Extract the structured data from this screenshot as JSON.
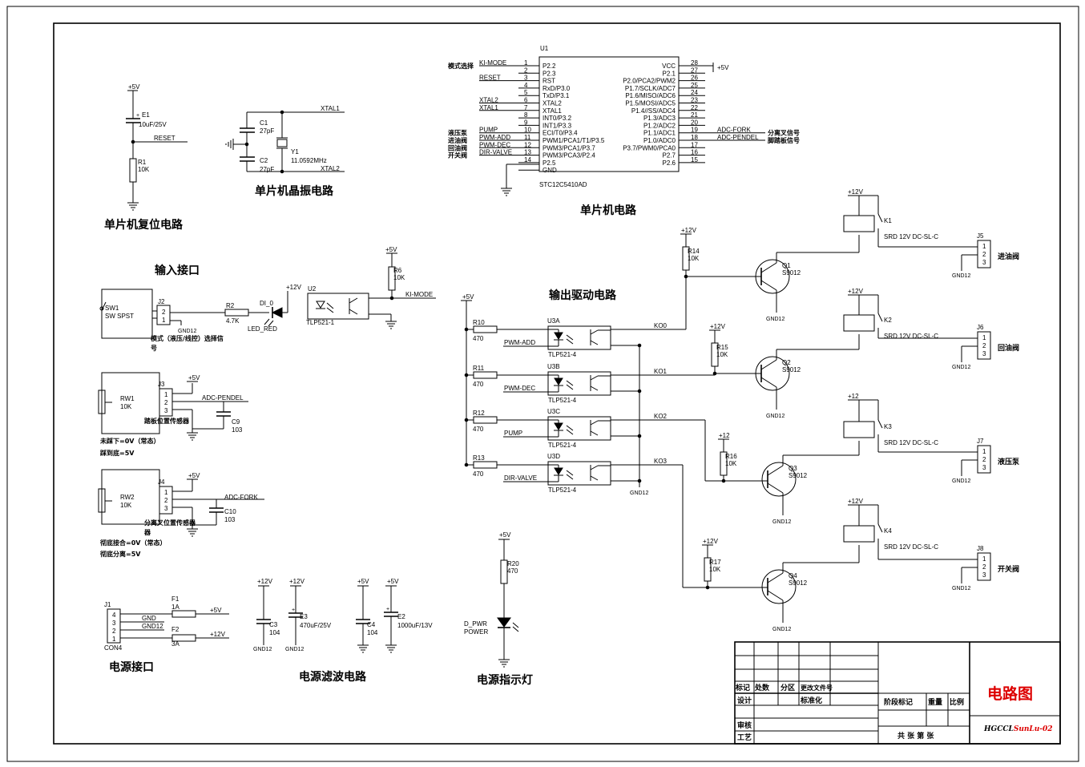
{
  "sections": {
    "reset": "单片机复位电路",
    "crystal": "单片机晶振电路",
    "mcu": "单片机电路",
    "input": "输入接口",
    "output": "输出驱动电路",
    "power_if": "电源接口",
    "filter": "电源滤波电路",
    "indicator": "电源指示灯"
  },
  "rails": {
    "p5": "+5V",
    "p12": "+12V",
    "p12b": "+12"
  },
  "reset": {
    "e1_ref": "E1",
    "e1_val": "10uF/25V",
    "net": "RESET",
    "r1_ref": "R1",
    "r1_val": "10K"
  },
  "crystal": {
    "xtal1": "XTAL1",
    "xtal2": "XTAL2",
    "c1_ref": "C1",
    "c1_val": "27pF",
    "c2_ref": "C2",
    "c2_val": "27pF",
    "y1_ref": "Y1",
    "y1_val": "11.0592MHz"
  },
  "mcu": {
    "ref": "U1",
    "part": "STC12C5410AD",
    "left_pins": [
      {
        "num": "1",
        "name": "P2.2",
        "net": "KI-MODE",
        "note": "模式选择"
      },
      {
        "num": "2",
        "name": "P2.3",
        "net": "",
        "note": ""
      },
      {
        "num": "3",
        "name": "RST",
        "net": "RESET",
        "note": ""
      },
      {
        "num": "4",
        "name": "RxD/P3.0",
        "net": "",
        "note": ""
      },
      {
        "num": "5",
        "name": "TxD/P3.1",
        "net": "",
        "note": ""
      },
      {
        "num": "6",
        "name": "XTAL2",
        "net": "XTAL2",
        "note": ""
      },
      {
        "num": "7",
        "name": "XTAL1",
        "net": "XTAL1",
        "note": ""
      },
      {
        "num": "8",
        "name": "INT0/P3.2",
        "net": "",
        "note": ""
      },
      {
        "num": "9",
        "name": "INT1/P3.3",
        "net": "",
        "note": ""
      },
      {
        "num": "10",
        "name": "ECI/T0/P3.4",
        "net": "PUMP",
        "note": "液压泵"
      },
      {
        "num": "11",
        "name": "PWM1/PCA1/T1/P3.5",
        "net": "PWM-ADD",
        "note": "进油阀"
      },
      {
        "num": "12",
        "name": "PWM3/PCA1/P3.7",
        "net": "PWM-DEC",
        "note": "回油阀"
      },
      {
        "num": "13",
        "name": "PWM3/PCA3/P2.4",
        "net": "DIR-VALVE",
        "note": "开关阀"
      },
      {
        "num": "14",
        "name": "P2.5",
        "net": "",
        "note": ""
      },
      {
        "num": "",
        "name": "GND",
        "net": "",
        "note": ""
      }
    ],
    "right_pins": [
      {
        "num": "28",
        "name": "VCC",
        "net": "+5V",
        "note": ""
      },
      {
        "num": "27",
        "name": "P2.1",
        "net": "",
        "note": ""
      },
      {
        "num": "26",
        "name": "P2.0/PCA2/PWM2",
        "net": "",
        "note": ""
      },
      {
        "num": "25",
        "name": "P1.7/SCLK/ADC7",
        "net": "",
        "note": ""
      },
      {
        "num": "24",
        "name": "P1.6/MISO/ADC6",
        "net": "",
        "note": ""
      },
      {
        "num": "23",
        "name": "P1.5/MOSI/ADC5",
        "net": "",
        "note": ""
      },
      {
        "num": "22",
        "name": "P1.4//SS/ADC4",
        "net": "",
        "note": ""
      },
      {
        "num": "21",
        "name": "P1.3/ADC3",
        "net": "",
        "note": ""
      },
      {
        "num": "20",
        "name": "P1.2/ADC2",
        "net": "",
        "note": ""
      },
      {
        "num": "19",
        "name": "P1.1/ADC1",
        "net": "ADC-FORK",
        "note": "分离叉信号"
      },
      {
        "num": "18",
        "name": "P1.0/ADC0",
        "net": "ADC-PENDEL",
        "note": "脚踏板信号"
      },
      {
        "num": "17",
        "name": "P3.7/PWM0/PCA0",
        "net": "",
        "note": ""
      },
      {
        "num": "16",
        "name": "P2.7",
        "net": "",
        "note": ""
      },
      {
        "num": "15",
        "name": "P2.6",
        "net": "",
        "note": ""
      }
    ]
  },
  "input": {
    "sw1_ref": "SW1",
    "sw1_val": "SW SPST",
    "j2_ref": "J2",
    "j2_pins": [
      "2",
      "1"
    ],
    "gnd12": "GND12",
    "j2_note1": "模式（液压/线控）选择信",
    "j2_note2": "号",
    "r2_ref": "R2",
    "r2_val": "4.7K",
    "d_ref": "DI_0",
    "d_val": "LED_RED",
    "u2_ref": "U2",
    "u2_val": "TLP521-1",
    "r6_ref": "R6",
    "r6_val": "10K",
    "out_net": "KI-MODE",
    "j3_ref": "J3",
    "j3_pins": [
      "1",
      "2",
      "3"
    ],
    "rw1_ref": "RW1",
    "rw1_val": "10K",
    "j3_net": "ADC-PENDEL",
    "c9_ref": "C9",
    "c9_val": "103",
    "j3_note": "踏板位置传感器",
    "j3_note2": "未踩下=0V（常态）",
    "j3_note3": "踩到底=5V",
    "j4_ref": "J4",
    "j4_pins": [
      "1",
      "2",
      "3"
    ],
    "rw2_ref": "RW2",
    "rw2_val": "10K",
    "j4_net": "ADC-FORK",
    "c10_ref": "C10",
    "c10_val": "103",
    "j4_note": "分离叉位置传感器",
    "j4_note_b": "器",
    "j4_note2": "彻底接合=0V（常态）",
    "j4_note3": "彻底分离=5V"
  },
  "output": {
    "channels": [
      {
        "r": "R10",
        "rv": "470",
        "u": "U3A",
        "net": "PWM-ADD",
        "ko": "KO0"
      },
      {
        "r": "R11",
        "rv": "470",
        "u": "U3B",
        "net": "PWM-DEC",
        "ko": "KO1"
      },
      {
        "r": "R12",
        "rv": "470",
        "u": "U3C",
        "net": "PUMP",
        "ko": "KO2"
      },
      {
        "r": "R13",
        "rv": "470",
        "u": "U3D",
        "net": "DIR-VALVE",
        "ko": "KO3"
      }
    ],
    "opto_val": "TLP521-4",
    "gnd12": "GND12",
    "drivers": [
      {
        "rb": "R14",
        "rbv": "10K",
        "q": "Q1",
        "qv": "S9012",
        "k": "K1",
        "kv": "SRD 12V DC-SL-C",
        "j": "J5",
        "load": "进油阀",
        "rail": "+12V"
      },
      {
        "rb": "R15",
        "rbv": "10K",
        "q": "Q2",
        "qv": "S9012",
        "k": "K2",
        "kv": "SRD 12V DC-SL-C",
        "j": "J6",
        "load": "回油阀",
        "rail": "+12V"
      },
      {
        "rb": "R16",
        "rbv": "10K",
        "q": "Q3",
        "qv": "S9012",
        "k": "K3",
        "kv": "SRD 12V DC-SL-C",
        "j": "J7",
        "load": "液压泵",
        "rail": "+12"
      },
      {
        "rb": "R17",
        "rbv": "10K",
        "q": "Q4",
        "qv": "S9012",
        "k": "K4",
        "kv": "SRD 12V DC-SL-C",
        "j": "J8",
        "load": "开关阀",
        "rail": "+12V"
      }
    ],
    "jpins": [
      "1",
      "2",
      "3"
    ]
  },
  "power_if": {
    "j1_ref": "J1",
    "j1_val": "CON4",
    "pins": [
      "4",
      "3",
      "2",
      "1"
    ],
    "gnd": "GND",
    "gnd12": "GND12",
    "f1_ref": "F1",
    "f1_val": "1A",
    "f2_ref": "F2",
    "f2_val": "3A"
  },
  "filter": {
    "c3_ref": "C3",
    "c3_val": "104",
    "e3_ref": "E3",
    "e3_val": "470uF/25V",
    "c4_ref": "C4",
    "c4_val": "104",
    "e2_ref": "E2",
    "e2_val": "1000uF/13V",
    "gnd12": "GND12"
  },
  "indicator": {
    "r20_ref": "R20",
    "r20_val": "470",
    "d_ref": "D_PWR",
    "d_val": "POWER"
  },
  "title_block": {
    "h_mark": "标记",
    "h_count": "处数",
    "h_zone": "分区",
    "h_doc": "更改文件号",
    "design": "设计",
    "standard": "标准化",
    "review": "审核",
    "process": "工艺",
    "stage": "阶段标记",
    "weight": "重量",
    "scale": "比例",
    "sheets": "共  张   第  张",
    "title": "电路图",
    "code_prefix": "HGCCL",
    "code_suffix": "SunLu-02"
  }
}
